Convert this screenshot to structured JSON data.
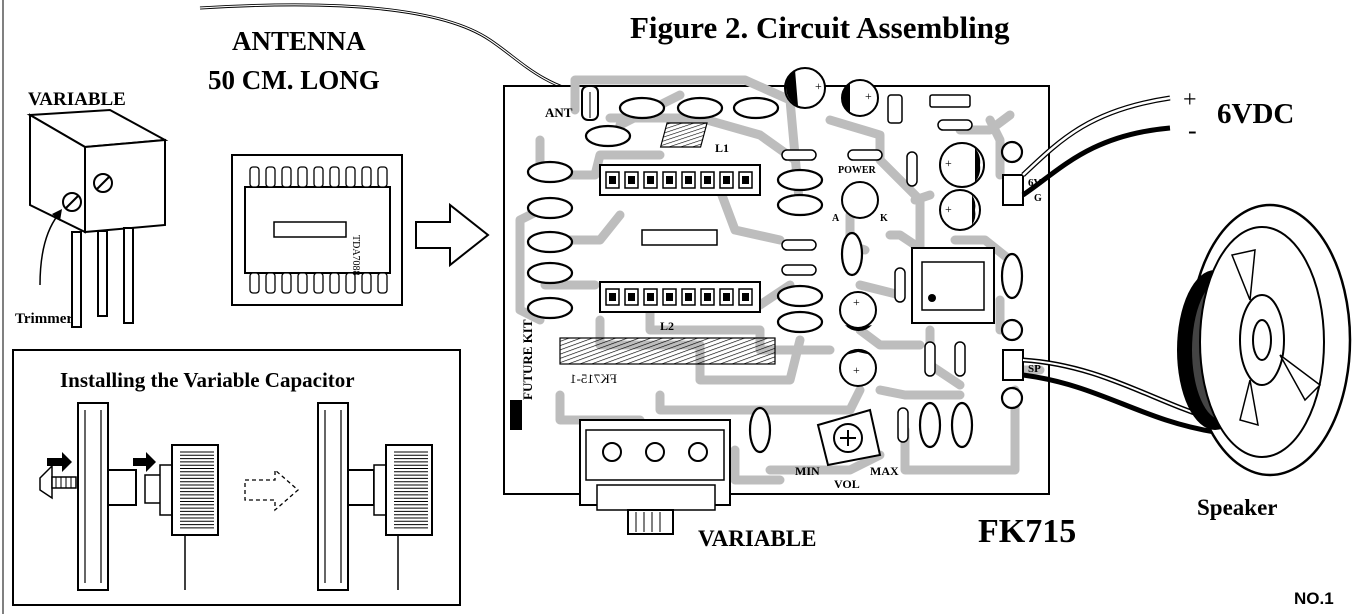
{
  "title": "Figure 2. Circuit Assembling",
  "antenna": {
    "line1": "ANTENNA",
    "line2": "50 CM. LONG"
  },
  "variable_top_label": "VARIABLE",
  "trimmer_label": "Trimmer",
  "install_box_title": "Installing the Variable Capacitor",
  "chip_marking": "TDA7088",
  "pcb": {
    "ant": "ANT",
    "l1": "L1",
    "l2": "L2",
    "power": "POWER",
    "led_a": "A",
    "led_k": "K",
    "vcc_6v": "6V",
    "gnd": "G",
    "sp": "SP",
    "min": "MIN",
    "max": "MAX",
    "vol": "VOL",
    "brand": "FUTURE KIT",
    "board_code": "FK715-1",
    "plus": "+"
  },
  "power_plus": "+",
  "power_minus": "-",
  "power_label": "6VDC",
  "variable_bottom_label": "VARIABLE",
  "model": "FK715",
  "speaker_label": "Speaker",
  "page_number": "NO.1"
}
